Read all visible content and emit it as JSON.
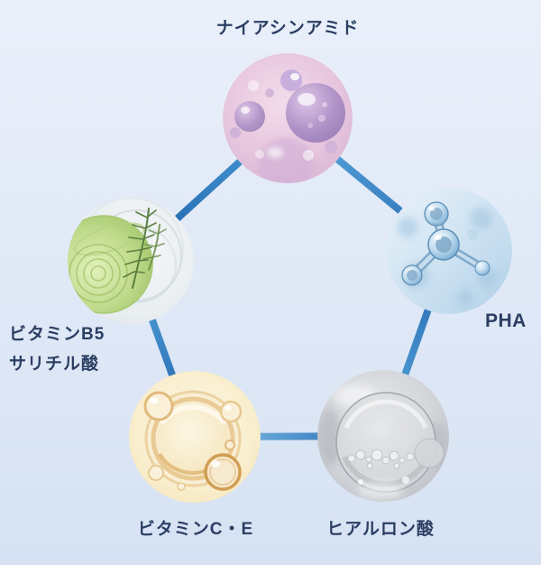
{
  "diagram": {
    "type": "pentagon-ingredient-map",
    "background": {
      "gradient_top": "#eaf0fa",
      "gradient_bottom": "#d6e2f3"
    },
    "connector_colors": {
      "light": "#8cc8ec",
      "mid": "#4aa0d8",
      "dark": "#1d5fa9"
    },
    "label_color": "#2b3e63",
    "nodes": [
      {
        "id": "niacinamide",
        "position": "top",
        "label": "ナイアシンアミド",
        "image": "pink-water-droplets",
        "theme_color": "#e2c1db"
      },
      {
        "id": "pha",
        "position": "right",
        "label": "PHA",
        "image": "blue-molecule-structure",
        "theme_color": "#c2dbee"
      },
      {
        "id": "vitamin-b5-salicylic-acid",
        "position": "left",
        "label_line1": "ビタミンB5",
        "label_line2": "サリチル酸",
        "image": "green-botanical-dish",
        "theme_color": "#c0da8b"
      },
      {
        "id": "vitamin-c-e",
        "position": "bottom-left",
        "label": "ビタミンC・E",
        "image": "golden-oil-bubbles",
        "theme_color": "#f8ecca"
      },
      {
        "id": "hyaluronic-acid",
        "position": "bottom-right",
        "label": "ヒアルロン酸",
        "image": "silver-moisture-bubble",
        "theme_color": "#cdd0d4"
      }
    ]
  }
}
